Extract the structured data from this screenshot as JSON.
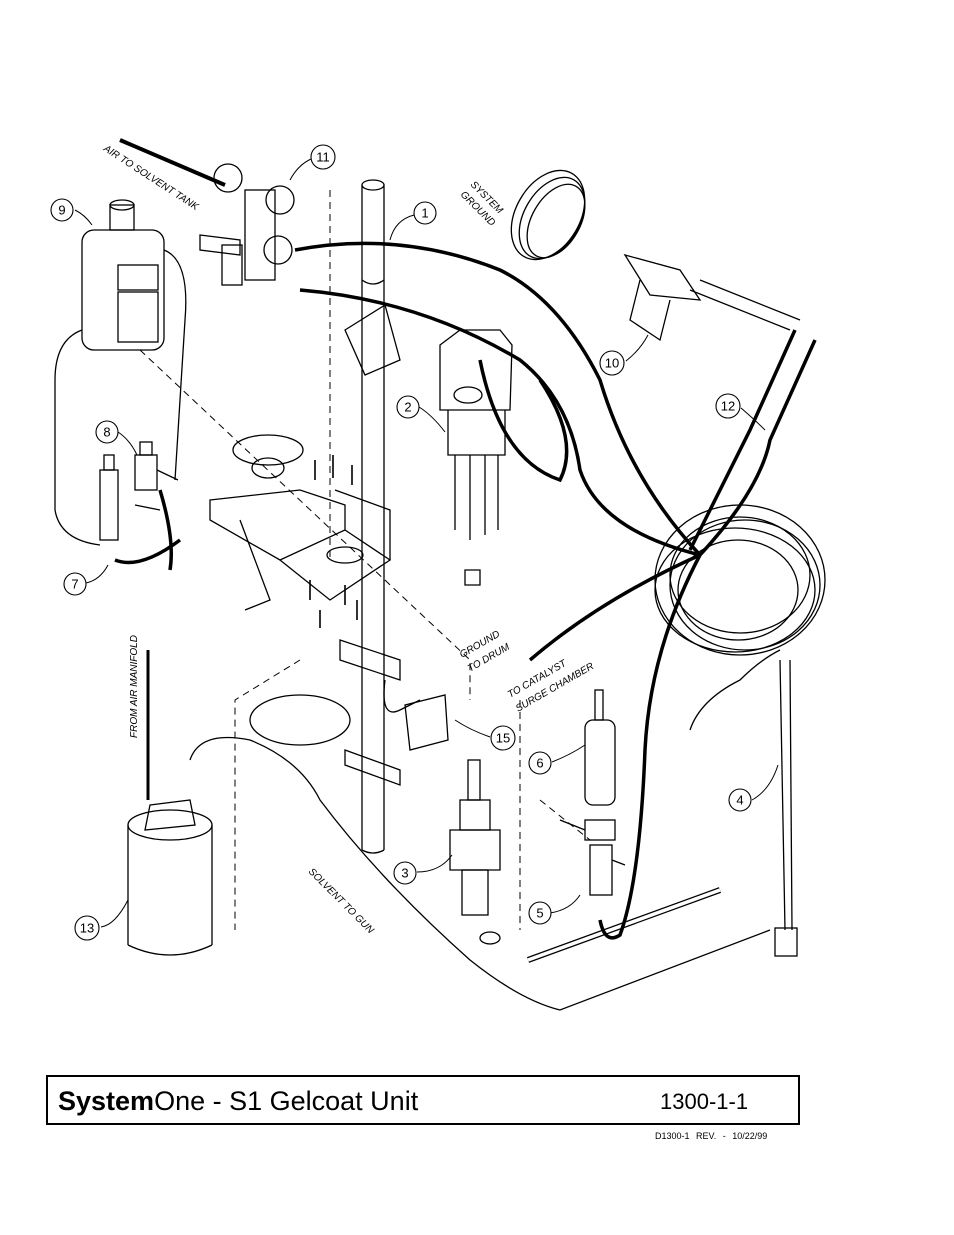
{
  "title_block": {
    "brand_bold": "System",
    "brand_regular": "One",
    "title_rest": " - S1 Gelcoat Unit",
    "drawing_code": "1300-1-1"
  },
  "footer": {
    "dwg": "D1300-1",
    "rev": "REV. -",
    "date": "10/22/99"
  },
  "path_labels": {
    "air_to_solvent_tank": "AIR TO SOLVENT TANK",
    "system_ground_1": "SYSTEM",
    "system_ground_2": "GROUND",
    "ground_to_drum_1": "GROUND",
    "ground_to_drum_2": "TO DRUM",
    "to_catalyst_1": "TO CATALYST",
    "to_catalyst_2": "SURGE CHAMBER",
    "from_air_manifold": "FROM AIR MANIFOLD",
    "solvent_to_gun": "SOLVENT TO GUN"
  },
  "callouts": [
    "1",
    "2",
    "3",
    "4",
    "5",
    "6",
    "7",
    "8",
    "9",
    "10",
    "11",
    "12",
    "13",
    "15"
  ]
}
